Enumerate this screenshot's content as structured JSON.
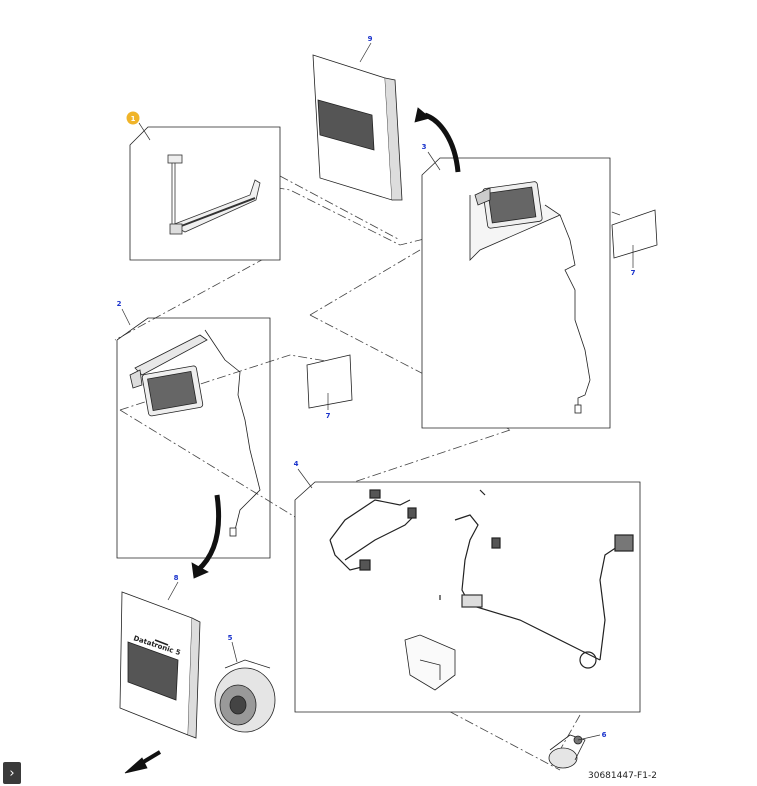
{
  "callouts": {
    "c1": "1",
    "c2": "2",
    "c3": "3",
    "c4": "4",
    "c5": "5",
    "c6": "6",
    "c7a": "7",
    "c7b": "7",
    "c8": "8",
    "c9": "9"
  },
  "book8_title": "Datatronic 5",
  "reference_code": "30681447-F1-2",
  "nav": {
    "next_glyph": "›"
  },
  "colors": {
    "callout_text": "#1a33cc",
    "callout_highlight": "#f0b429",
    "line": "#222222"
  }
}
